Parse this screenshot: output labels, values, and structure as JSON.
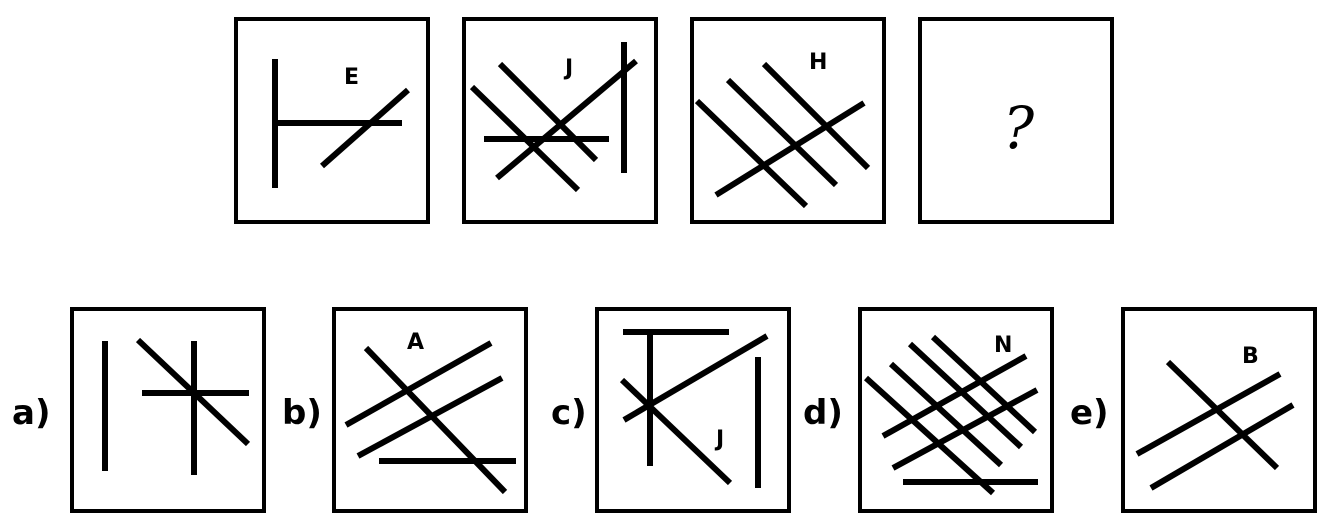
{
  "question": {
    "panels": [
      {
        "letter": "E"
      },
      {
        "letter": "J"
      },
      {
        "letter": "H"
      },
      {
        "mark": "?"
      }
    ]
  },
  "answers": [
    {
      "label": "a)",
      "letter": ""
    },
    {
      "label": "b)",
      "letter": "A"
    },
    {
      "label": "c)",
      "letter": "J"
    },
    {
      "label": "d)",
      "letter": "N"
    },
    {
      "label": "e)",
      "letter": "B"
    }
  ],
  "colors": {
    "stroke": "#000000",
    "background": "#ffffff"
  }
}
